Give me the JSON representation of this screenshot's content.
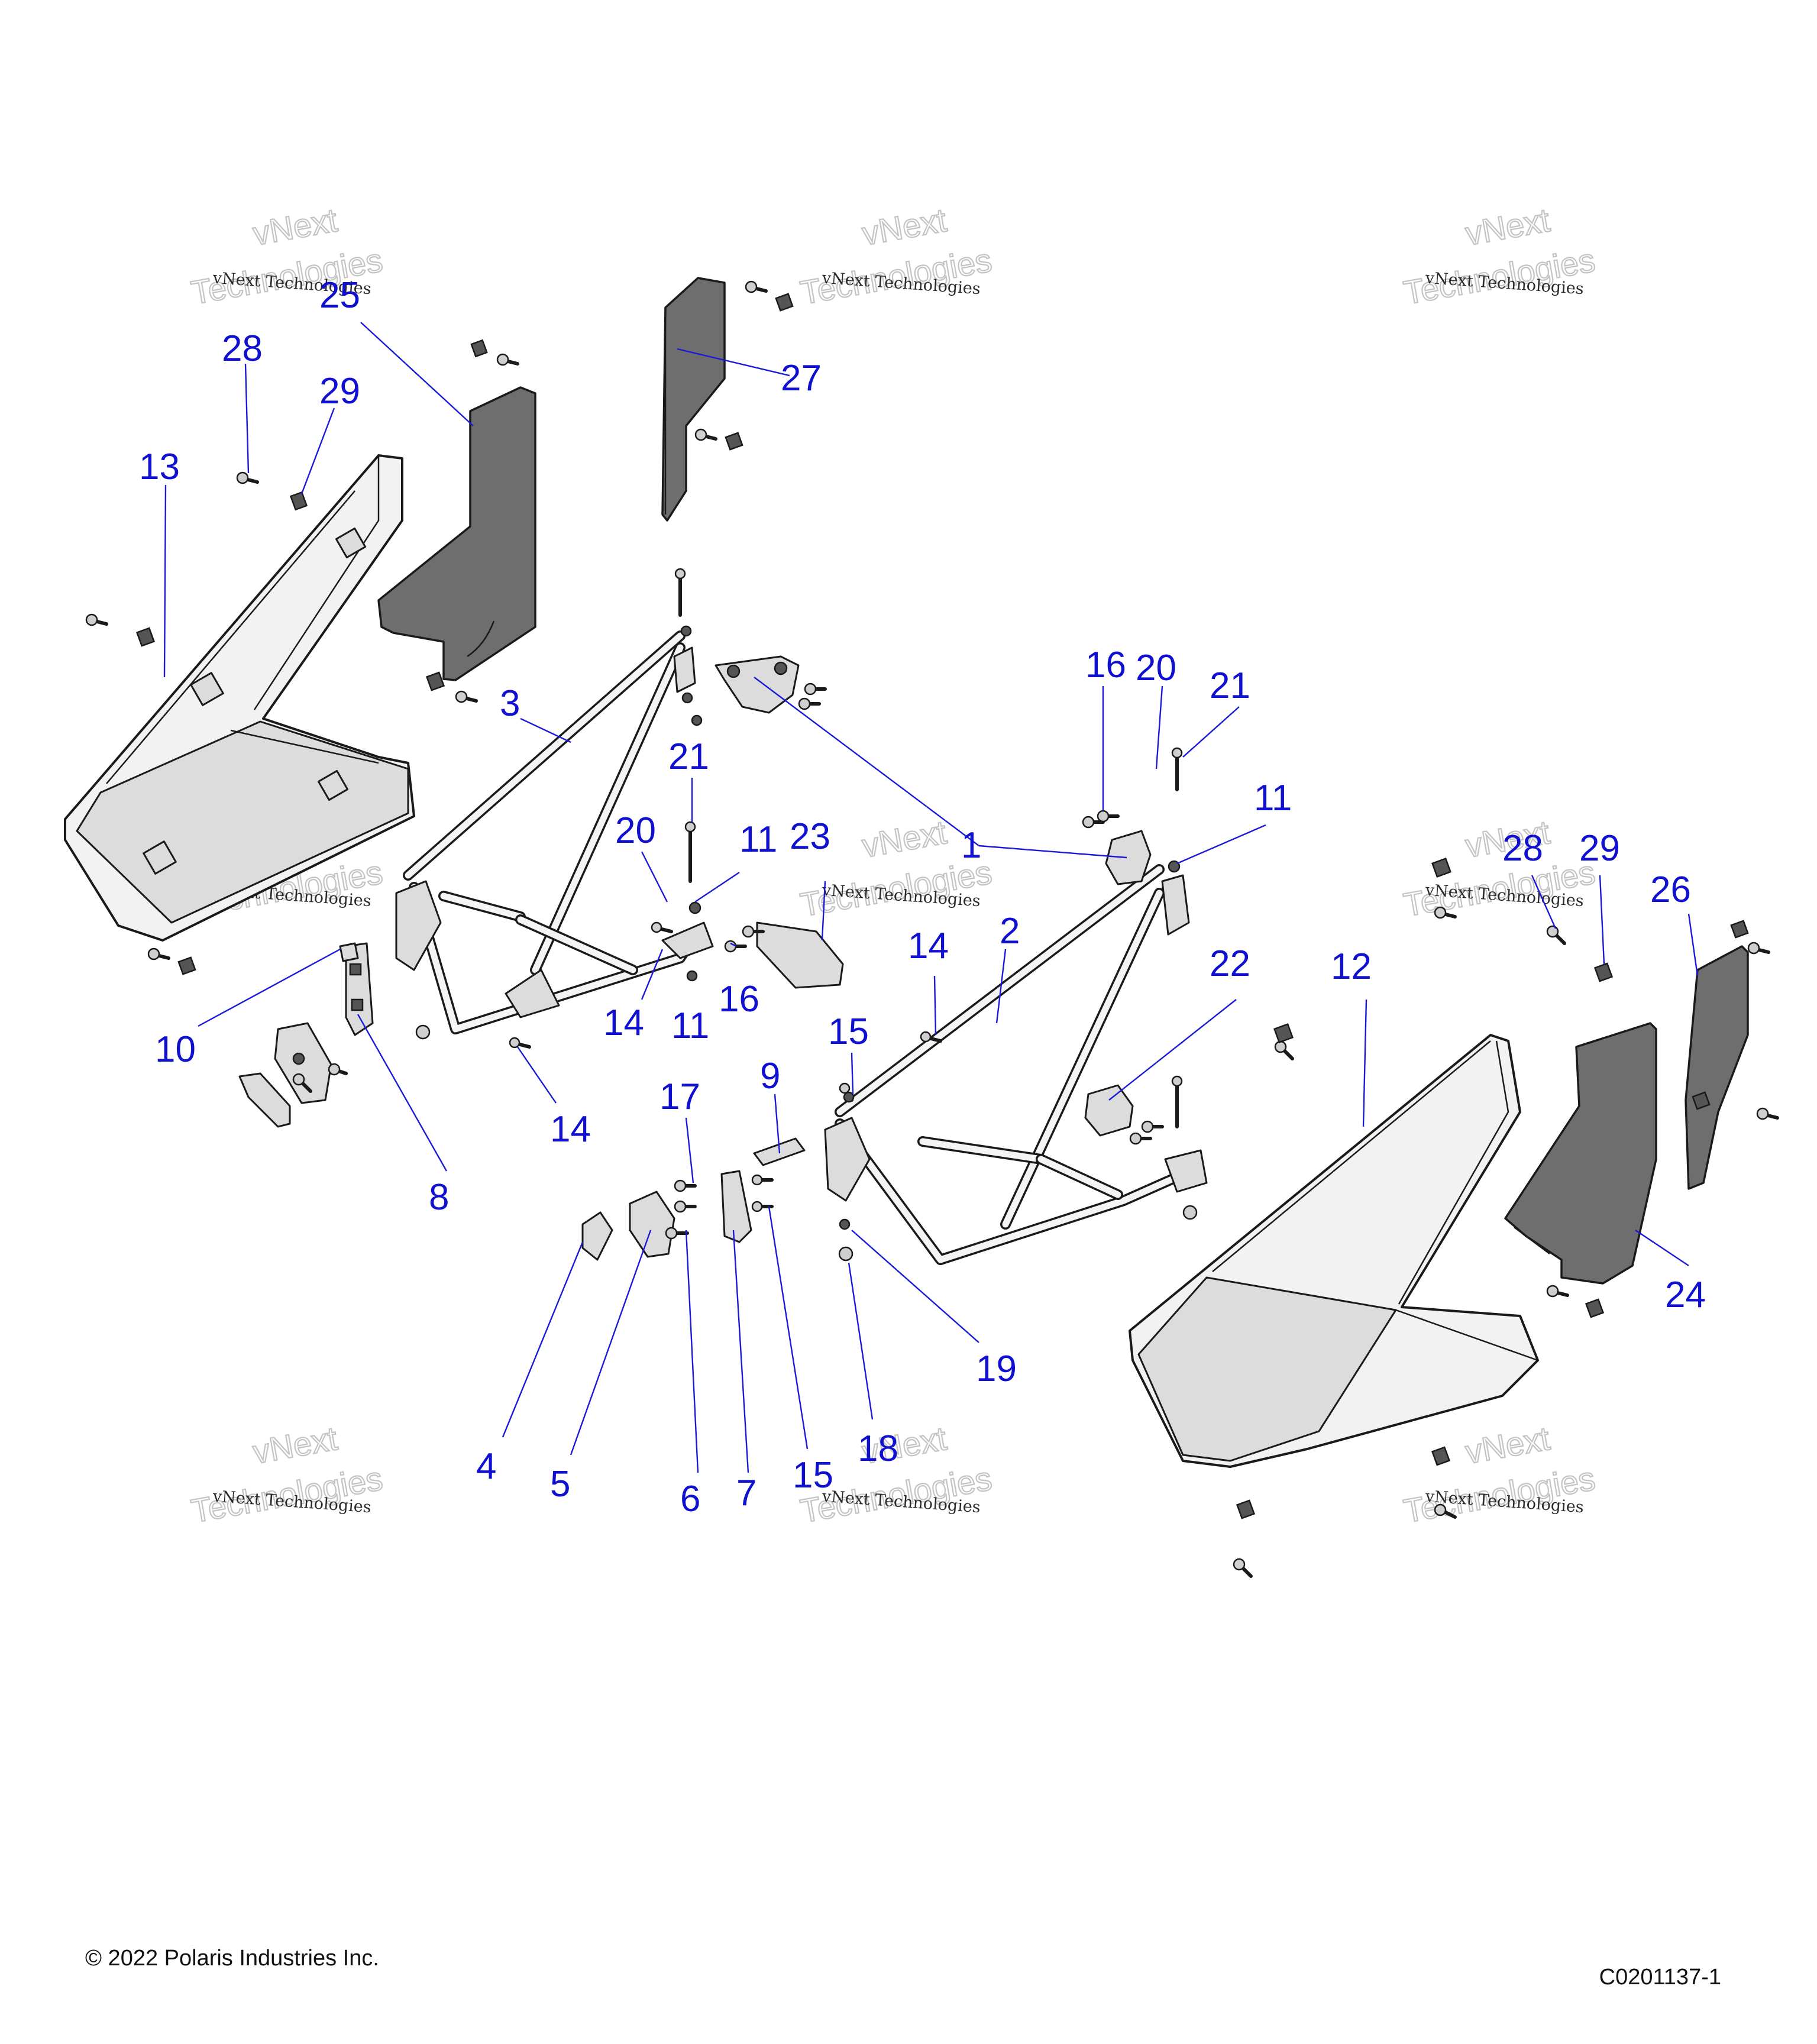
{
  "watermark": {
    "line1": "vNext Technologies",
    "line2": "vNext",
    "line3": "Technologies"
  },
  "callouts": [
    {
      "id": "c1",
      "text": "1"
    },
    {
      "id": "c2",
      "text": "2"
    },
    {
      "id": "c3",
      "text": "3"
    },
    {
      "id": "c4",
      "text": "4"
    },
    {
      "id": "c5",
      "text": "5"
    },
    {
      "id": "c6",
      "text": "6"
    },
    {
      "id": "c7",
      "text": "7"
    },
    {
      "id": "c8",
      "text": "8"
    },
    {
      "id": "c9",
      "text": "9"
    },
    {
      "id": "c10",
      "text": "10"
    },
    {
      "id": "c11a",
      "text": "11"
    },
    {
      "id": "c11b",
      "text": "11"
    },
    {
      "id": "c11c",
      "text": "11"
    },
    {
      "id": "c12",
      "text": "12"
    },
    {
      "id": "c13",
      "text": "13"
    },
    {
      "id": "c14a",
      "text": "14"
    },
    {
      "id": "c14b",
      "text": "14"
    },
    {
      "id": "c14c",
      "text": "14"
    },
    {
      "id": "c15a",
      "text": "15"
    },
    {
      "id": "c15b",
      "text": "15"
    },
    {
      "id": "c16a",
      "text": "16"
    },
    {
      "id": "c16b",
      "text": "16"
    },
    {
      "id": "c17",
      "text": "17"
    },
    {
      "id": "c18",
      "text": "18"
    },
    {
      "id": "c19",
      "text": "19"
    },
    {
      "id": "c20a",
      "text": "20"
    },
    {
      "id": "c20b",
      "text": "20"
    },
    {
      "id": "c21a",
      "text": "21"
    },
    {
      "id": "c21b",
      "text": "21"
    },
    {
      "id": "c22",
      "text": "22"
    },
    {
      "id": "c23",
      "text": "23"
    },
    {
      "id": "c24",
      "text": "24"
    },
    {
      "id": "c25",
      "text": "25"
    },
    {
      "id": "c26",
      "text": "26"
    },
    {
      "id": "c27",
      "text": "27"
    },
    {
      "id": "c28a",
      "text": "28"
    },
    {
      "id": "c28b",
      "text": "28"
    },
    {
      "id": "c29a",
      "text": "29"
    },
    {
      "id": "c29b",
      "text": "29"
    }
  ],
  "footer": {
    "copyright": "© 2022 Polaris Industries Inc.",
    "figure_id": "C0201137-1"
  },
  "colors": {
    "callout": "#1010d0",
    "leader": "#1a1ad8",
    "panel": "#6e6e6e",
    "outline": "#1a1a1a"
  }
}
